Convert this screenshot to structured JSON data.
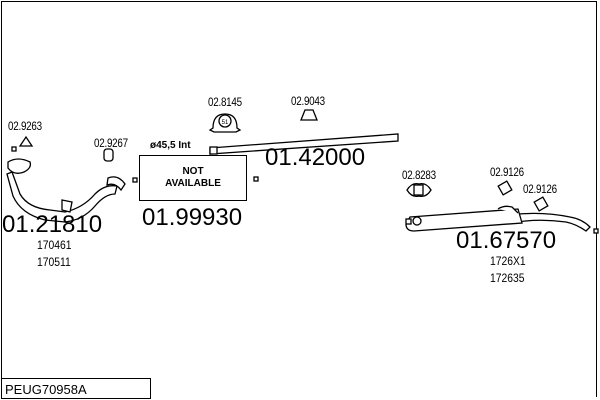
{
  "diagram": {
    "title": "PEUG70958A",
    "parts": [
      {
        "part_number": "01.21810",
        "refs": [
          "170461",
          "170511"
        ]
      },
      {
        "part_number": "01.99930",
        "status": [
          "NOT",
          "AVAILABLE"
        ]
      },
      {
        "part_number": "01.42000",
        "note": "ø45,5 Int"
      },
      {
        "part_number": "01.67570",
        "refs": [
          "1726X1",
          "172635"
        ]
      }
    ],
    "accessories": [
      "02.9263",
      "02.9267",
      "02.8145",
      "02.9043",
      "02.8283",
      "02.9126",
      "02.9126"
    ],
    "clamp_badge": "51"
  }
}
